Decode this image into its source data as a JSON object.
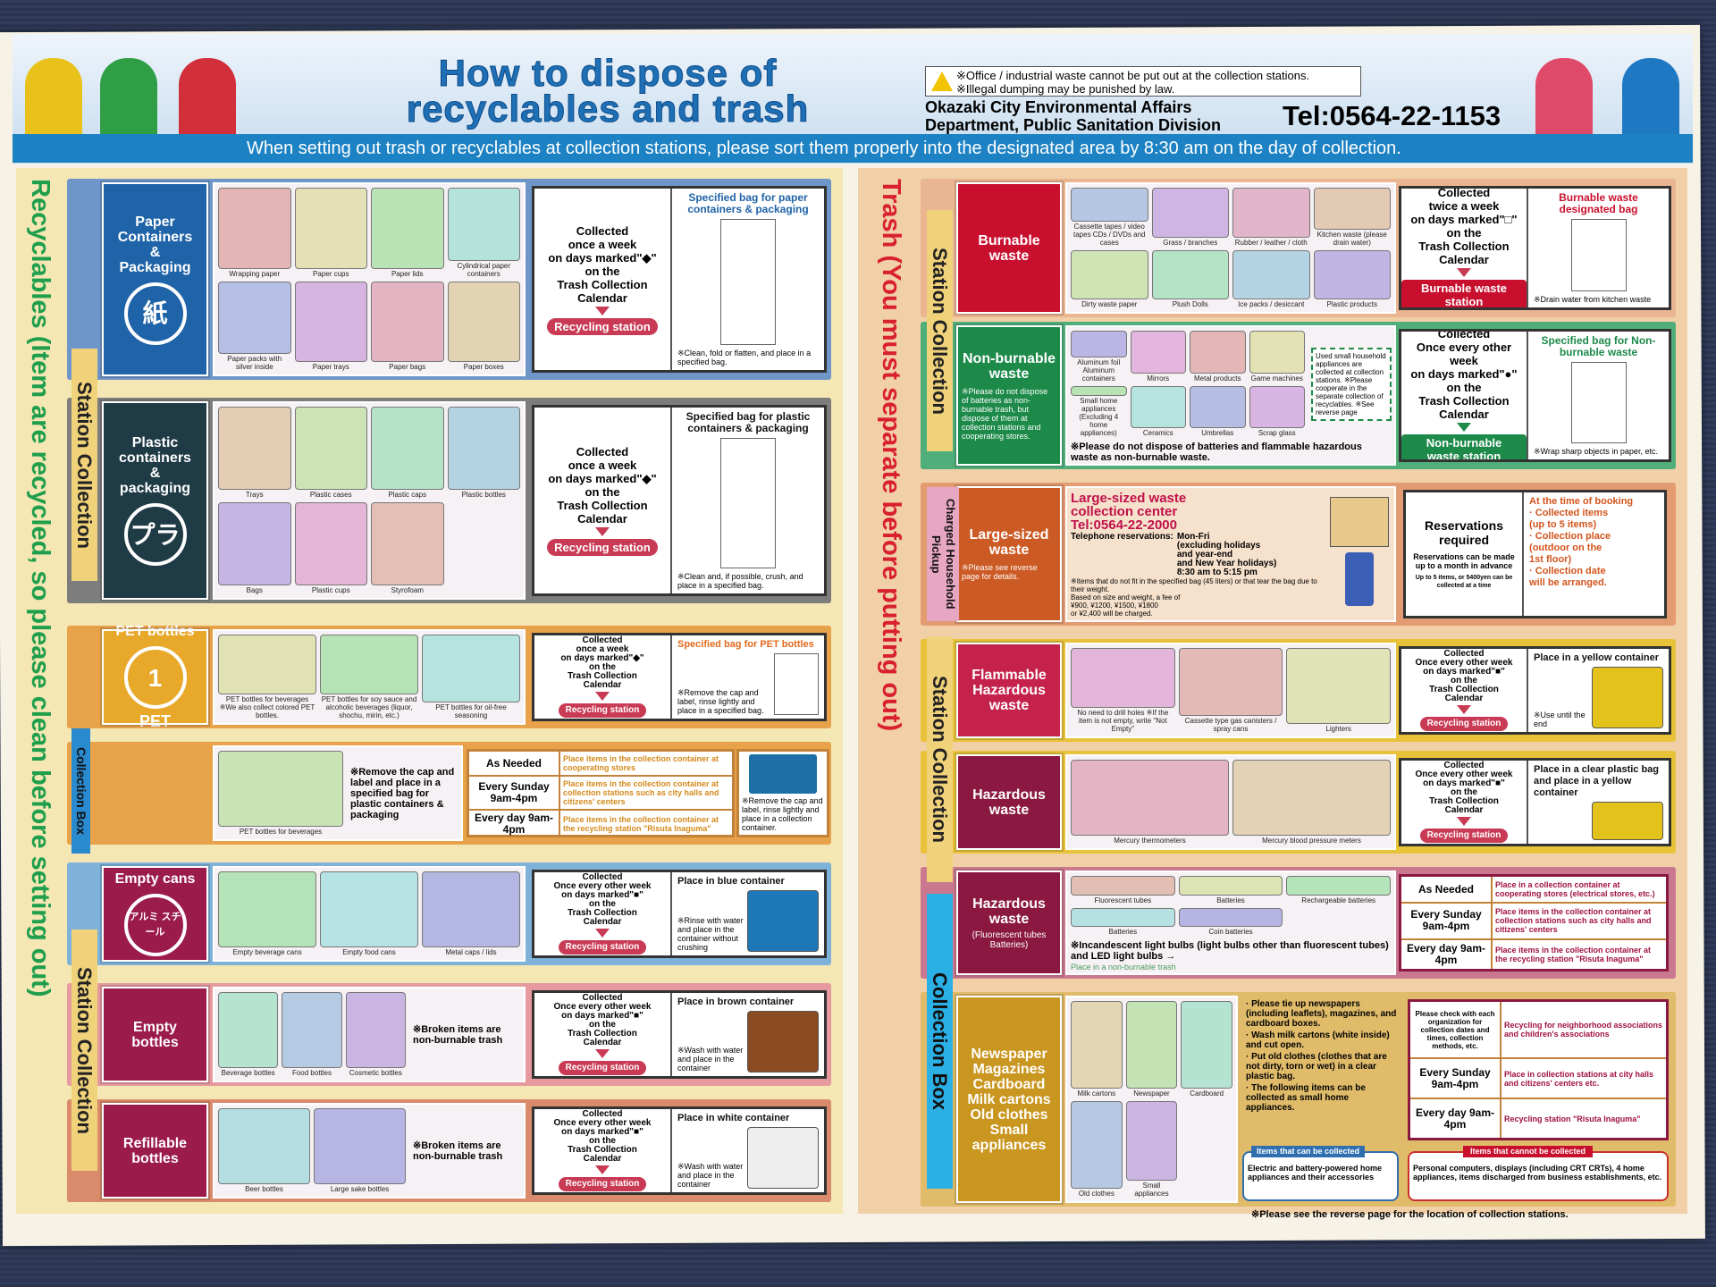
{
  "header": {
    "title_line1": "How to dispose of",
    "title_line2": "recyclables and trash",
    "warning_lines": [
      "※Office / industrial waste cannot be put out at the collection stations.",
      "※Illegal dumping may be punished by law."
    ],
    "dept_line1": "Okazaki City Environmental Affairs",
    "dept_line2": "Department, Public Sanitation Division",
    "tel": "Tel:0564-22-1153",
    "strip": "When setting out trash or recyclables at collection stations, please sort them properly into the designated area by 8:30 am on the day of collection.",
    "warning_icon": "warning-triangle-icon"
  },
  "left": {
    "side_title": "Recyclables (Item are recycled, so please clean before setting out)",
    "group_station1": "Station Collection",
    "group_box": "Collection Box",
    "group_station2": "Station Collection"
  },
  "right": {
    "side_title": "Trash (You must separate before putting out)",
    "group_station1": "Station Collection",
    "group_charged": "Charged Household Pickup",
    "group_station2": "Station Collection",
    "group_box": "Collection Box",
    "footer": "※Please see the reverse page for the location of collection stations."
  },
  "colors": {
    "paper": "#1f63a8",
    "plastic": "#1f3b46",
    "pet": "#e8a82a",
    "cans": "#9b1b4a",
    "burnable": "#c8102e",
    "nonburnable": "#1d8a4a",
    "large": "#cc5a24",
    "flammable": "#c4214b",
    "hazardous": "#8a1840",
    "box": "#c9961f"
  },
  "rows": [
    {
      "id": "paper",
      "side": "L",
      "cat": [
        "Paper",
        "Containers",
        "&",
        "Packaging"
      ],
      "icon": "紙",
      "icon_name": "paper-recycle-mark-icon",
      "items": [
        "Wrapping paper",
        "Paper cups",
        "Paper lids",
        "Cylindrical paper containers",
        "Paper packs with silver inside",
        "Paper trays",
        "Paper bags",
        "Paper boxes"
      ],
      "info": {
        "sched": [
          "Collected",
          "once a week",
          "on days marked\"◆\"",
          "on the",
          "Trash Collection",
          "Calendar"
        ],
        "station": "Recycling station",
        "head": "Specified bag for paper containers & packaging",
        "note": "※Clean, fold or flatten, and place in a specified bag."
      }
    },
    {
      "id": "plastic",
      "side": "L",
      "cat": [
        "Plastic",
        "containers",
        "&",
        "packaging"
      ],
      "icon": "プラ",
      "icon_name": "plastic-recycle-mark-icon",
      "items": [
        "Trays",
        "Plastic cases",
        "Plastic caps",
        "Plastic bottles",
        "Bags",
        "Plastic cups",
        "Styrofoam"
      ],
      "info": {
        "sched": [
          "Collected",
          "once a week",
          "on days marked\"◆\"",
          "on the",
          "Trash Collection",
          "Calendar"
        ],
        "station": "Recycling station",
        "head": "Specified bag for plastic containers & packaging",
        "note": "※Clean and, if possible, crush, and place in a specified bag."
      }
    },
    {
      "id": "pet",
      "side": "L",
      "cat": [
        "PET bottles"
      ],
      "icon": "1",
      "icon_label": "PET",
      "icon_name": "pet-recycle-mark-icon",
      "items": [
        "PET bottles for beverages ※We also collect colored PET bottles.",
        "PET bottles for soy sauce and alcoholic beverages (liquor, shochu, mirin, etc.)",
        "PET bottles for oil-free seasoning"
      ],
      "info": {
        "sched": [
          "Collected",
          "once a week",
          "on days marked\"◆\"",
          "on the",
          "Trash Collection",
          "Calendar"
        ],
        "station": "Recycling station",
        "head": "Specified bag for PET bottles",
        "note": "※Remove the cap and label, rinse lightly and place in a specified bag."
      }
    },
    {
      "id": "petbox",
      "side": "L",
      "items": [
        "PET bottles for beverages"
      ],
      "remark": "※Remove the cap and label and place in a specified bag for plastic containers & packaging",
      "schedule": [
        {
          "when": "As Needed",
          "what": "Place items in the collection container at cooperating stores"
        },
        {
          "when": "Every Sunday 9am-4pm",
          "what": "Place items in the collection container at collection stations such as city halls and citizens' centers"
        },
        {
          "when": "Every day 9am-4pm",
          "what": "Place items in the collection container at the recycling station \"Risuta Inaguma\""
        }
      ],
      "note": "※Remove the cap and label, rinse lightly and place in a collection container."
    },
    {
      "id": "cans",
      "side": "L",
      "cat": [
        "Empty cans"
      ],
      "icon": "アルミ スチール",
      "icon_name": "can-recycle-mark-icon",
      "items": [
        "Empty beverage cans",
        "Empty food cans",
        "Metal caps / lids"
      ],
      "info": {
        "sched": [
          "Collected",
          "Once every other week",
          "on days marked\"■\"",
          "on the",
          "Trash Collection",
          "Calendar"
        ],
        "station": "Recycling station",
        "head": "Place in blue container",
        "note": "※Rinse with water and place in the container without crushing"
      }
    },
    {
      "id": "bottles",
      "side": "L",
      "cat": [
        "Empty",
        "bottles"
      ],
      "items": [
        "Beverage bottles",
        "Food bottles",
        "Cosmetic bottles"
      ],
      "remark": "※Broken items are non-burnable trash",
      "info": {
        "sched": [
          "Collected",
          "Once every other week",
          "on days marked\"■\"",
          "on the",
          "Trash Collection",
          "Calendar"
        ],
        "station": "Recycling station",
        "head": "Place in brown container",
        "note": "※Wash with water and place in the container"
      }
    },
    {
      "id": "refill",
      "side": "L",
      "cat": [
        "Refillable",
        "bottles"
      ],
      "items": [
        "Beer bottles",
        "Large sake bottles"
      ],
      "remark": "※Broken items are non-burnable trash",
      "info": {
        "sched": [
          "Collected",
          "Once every other week",
          "on days marked\"■\"",
          "on the",
          "Trash Collection",
          "Calendar"
        ],
        "station": "Recycling station",
        "head": "Place in white container",
        "note": "※Wash with water and place in the container"
      }
    },
    {
      "id": "burnable",
      "side": "R",
      "cat": [
        "Burnable",
        "waste"
      ],
      "items": [
        "Cassette tapes / video tapes CDs / DVDs and cases",
        "Grass / branches",
        "Rubber / leather / cloth",
        "Kitchen waste (please drain water)",
        "Dirty waste paper",
        "Plush Dolls",
        "Ice packs / desiccant",
        "Plastic products"
      ],
      "info": {
        "sched": [
          "Collected",
          "twice a week",
          "on days marked\"□\"",
          "on the",
          "Trash Collection",
          "Calendar"
        ],
        "station": "Burnable waste station",
        "head": "Burnable waste designated bag",
        "note": "※Drain water from kitchen waste"
      }
    },
    {
      "id": "nonburnable",
      "side": "R",
      "cat": [
        "Non-burnable",
        "waste"
      ],
      "cat_note": "※Please do not dispose of batteries as non-burnable trash, but dispose of them at collection stations and cooperating stores.",
      "items": [
        "Aluminum foil Aluminum containers",
        "Mirrors",
        "Metal products",
        "Game machines",
        "Small home appliances (Excluding 4 home appliances)",
        "Ceramics",
        "Umbrellas",
        "Scrap glass"
      ],
      "remark": "※Please do not dispose of batteries and flammable hazardous waste as non-burnable waste.",
      "dashed": "Used small household appliances are collected at collection stations. ※Please cooperate in the separate collection of recyclables. ※See reverse page",
      "info": {
        "sched": [
          "Collected",
          "Once every other week",
          "on days marked\"●\"",
          "on the",
          "Trash Collection",
          "Calendar"
        ],
        "station": "Non-burnable waste station",
        "head": "Specified bag for Non-burnable waste",
        "note": "※Wrap sharp objects in paper, etc."
      }
    },
    {
      "id": "large",
      "side": "R",
      "cat": [
        "Large-sized",
        "waste"
      ],
      "cat_note": "※Please see reverse page for details.",
      "center": {
        "title1": "Large-sized waste",
        "title2": "collection center",
        "tel": "Tel:0564-22-2000",
        "res_label": "Telephone reservations:",
        "res_hours": [
          "Mon-Fri",
          "(excluding holidays",
          "and year-end",
          "and New Year holidays)",
          "8:30 am to 5:15 pm"
        ],
        "note1": "※Items that do not fit in the specified bag (45 liters) or that tear the bag due to their weight.",
        "note2": "Based on size and weight, a fee of",
        "fees": "¥900, ¥1200, ¥1500, ¥1800",
        "note3": "or ¥2,400 will be charged."
      },
      "reserve": {
        "head": "Reservations required",
        "sub": "Reservations can be made up to a month in advance",
        "small": "Up to 5 items, or 5400yen can be collected at a time",
        "booking": [
          "At the time of booking",
          "· Collected items",
          "(up to 5 items)",
          "· Collection place",
          "(outdoor on the",
          "1st floor)",
          "· Collection date",
          "will be arranged."
        ]
      }
    },
    {
      "id": "flammable",
      "side": "R",
      "cat": [
        "Flammable",
        "Hazardous",
        "waste"
      ],
      "items": [
        "No need to drill holes ※If the item is not empty, write \"Not Empty\"",
        "Cassette type gas canisters / spray cans",
        "Lighters"
      ],
      "info": {
        "sched": [
          "Collected",
          "Once every other week",
          "on days marked\"■\"",
          "on the",
          "Trash Collection",
          "Calendar"
        ],
        "station": "Recycling station",
        "head": "Place in a yellow container",
        "note": "※Use until the end"
      }
    },
    {
      "id": "hazardous",
      "side": "R",
      "cat": [
        "Hazardous",
        "waste"
      ],
      "items": [
        "Mercury thermometers",
        "Mercury blood pressure meters"
      ],
      "info": {
        "sched": [
          "Collected",
          "Once every other week",
          "on days marked\"■\"",
          "on the",
          "Trash Collection",
          "Calendar"
        ],
        "station": "Recycling station",
        "head": "Place in a clear plastic bag and place in a yellow container",
        "note": ""
      }
    },
    {
      "id": "hazbox",
      "side": "R",
      "cat": [
        "Hazardous",
        "waste"
      ],
      "cat_sub": "(Fluorescent tubes Batteries)",
      "items": [
        "Fluorescent tubes",
        "Batteries",
        "Rechargeable batteries",
        "Batteries",
        "Coin batteries"
      ],
      "remark": "※Incandescent light bulbs (light bulbs other than fluorescent tubes) and LED light bulbs →",
      "remark2": "Place in a non-burnable trash",
      "schedule": [
        {
          "when": "As Needed",
          "what": "Place in a collection container at cooperating stores (electrical stores, etc.)"
        },
        {
          "when": "Every Sunday 9am-4pm",
          "what": "Place items in the collection container at collection stations such as city halls and citizens' centers"
        },
        {
          "when": "Every day 9am-4pm",
          "what": "Place items in the collection container at the recycling station \"Risuta Inaguma\""
        }
      ]
    },
    {
      "id": "papers",
      "side": "R",
      "cat": [
        "Newspaper",
        "Magazines",
        "Cardboard",
        "Milk cartons",
        "Old clothes",
        "Small appliances"
      ],
      "items": [
        "Milk cartons",
        "Newspaper",
        "Cardboard",
        "Old clothes",
        "Small appliances"
      ],
      "bullets": [
        "· Please tie up newspapers (including leaflets), magazines, and cardboard boxes.",
        "· Wash milk cartons (white inside) and cut open.",
        "· Put old clothes (clothes that are not dirty, torn or wet) in a clear plastic bag.",
        "· The following items can be collected as small home appliances."
      ],
      "schedule": [
        {
          "when": "Please check with each organization for collection dates and times, collection methods, etc.",
          "what": "Recycling for neighborhood associations and children's associations"
        },
        {
          "when": "Every Sunday 9am-4pm",
          "what": "Place in collection stations at city halls and citizens' centers etc."
        },
        {
          "when": "Every day 9am-4pm",
          "what": "Recycling station \"Risuta Inaguma\""
        }
      ],
      "can_label": "Items that can be collected",
      "can_text": "Electric and battery-powered home appliances and their accessories",
      "cannot_label": "Items that cannot be collected",
      "cannot_text": "Personal computers, displays (including CRT CRTs), 4 home appliances, items discharged from business establishments, etc."
    }
  ]
}
